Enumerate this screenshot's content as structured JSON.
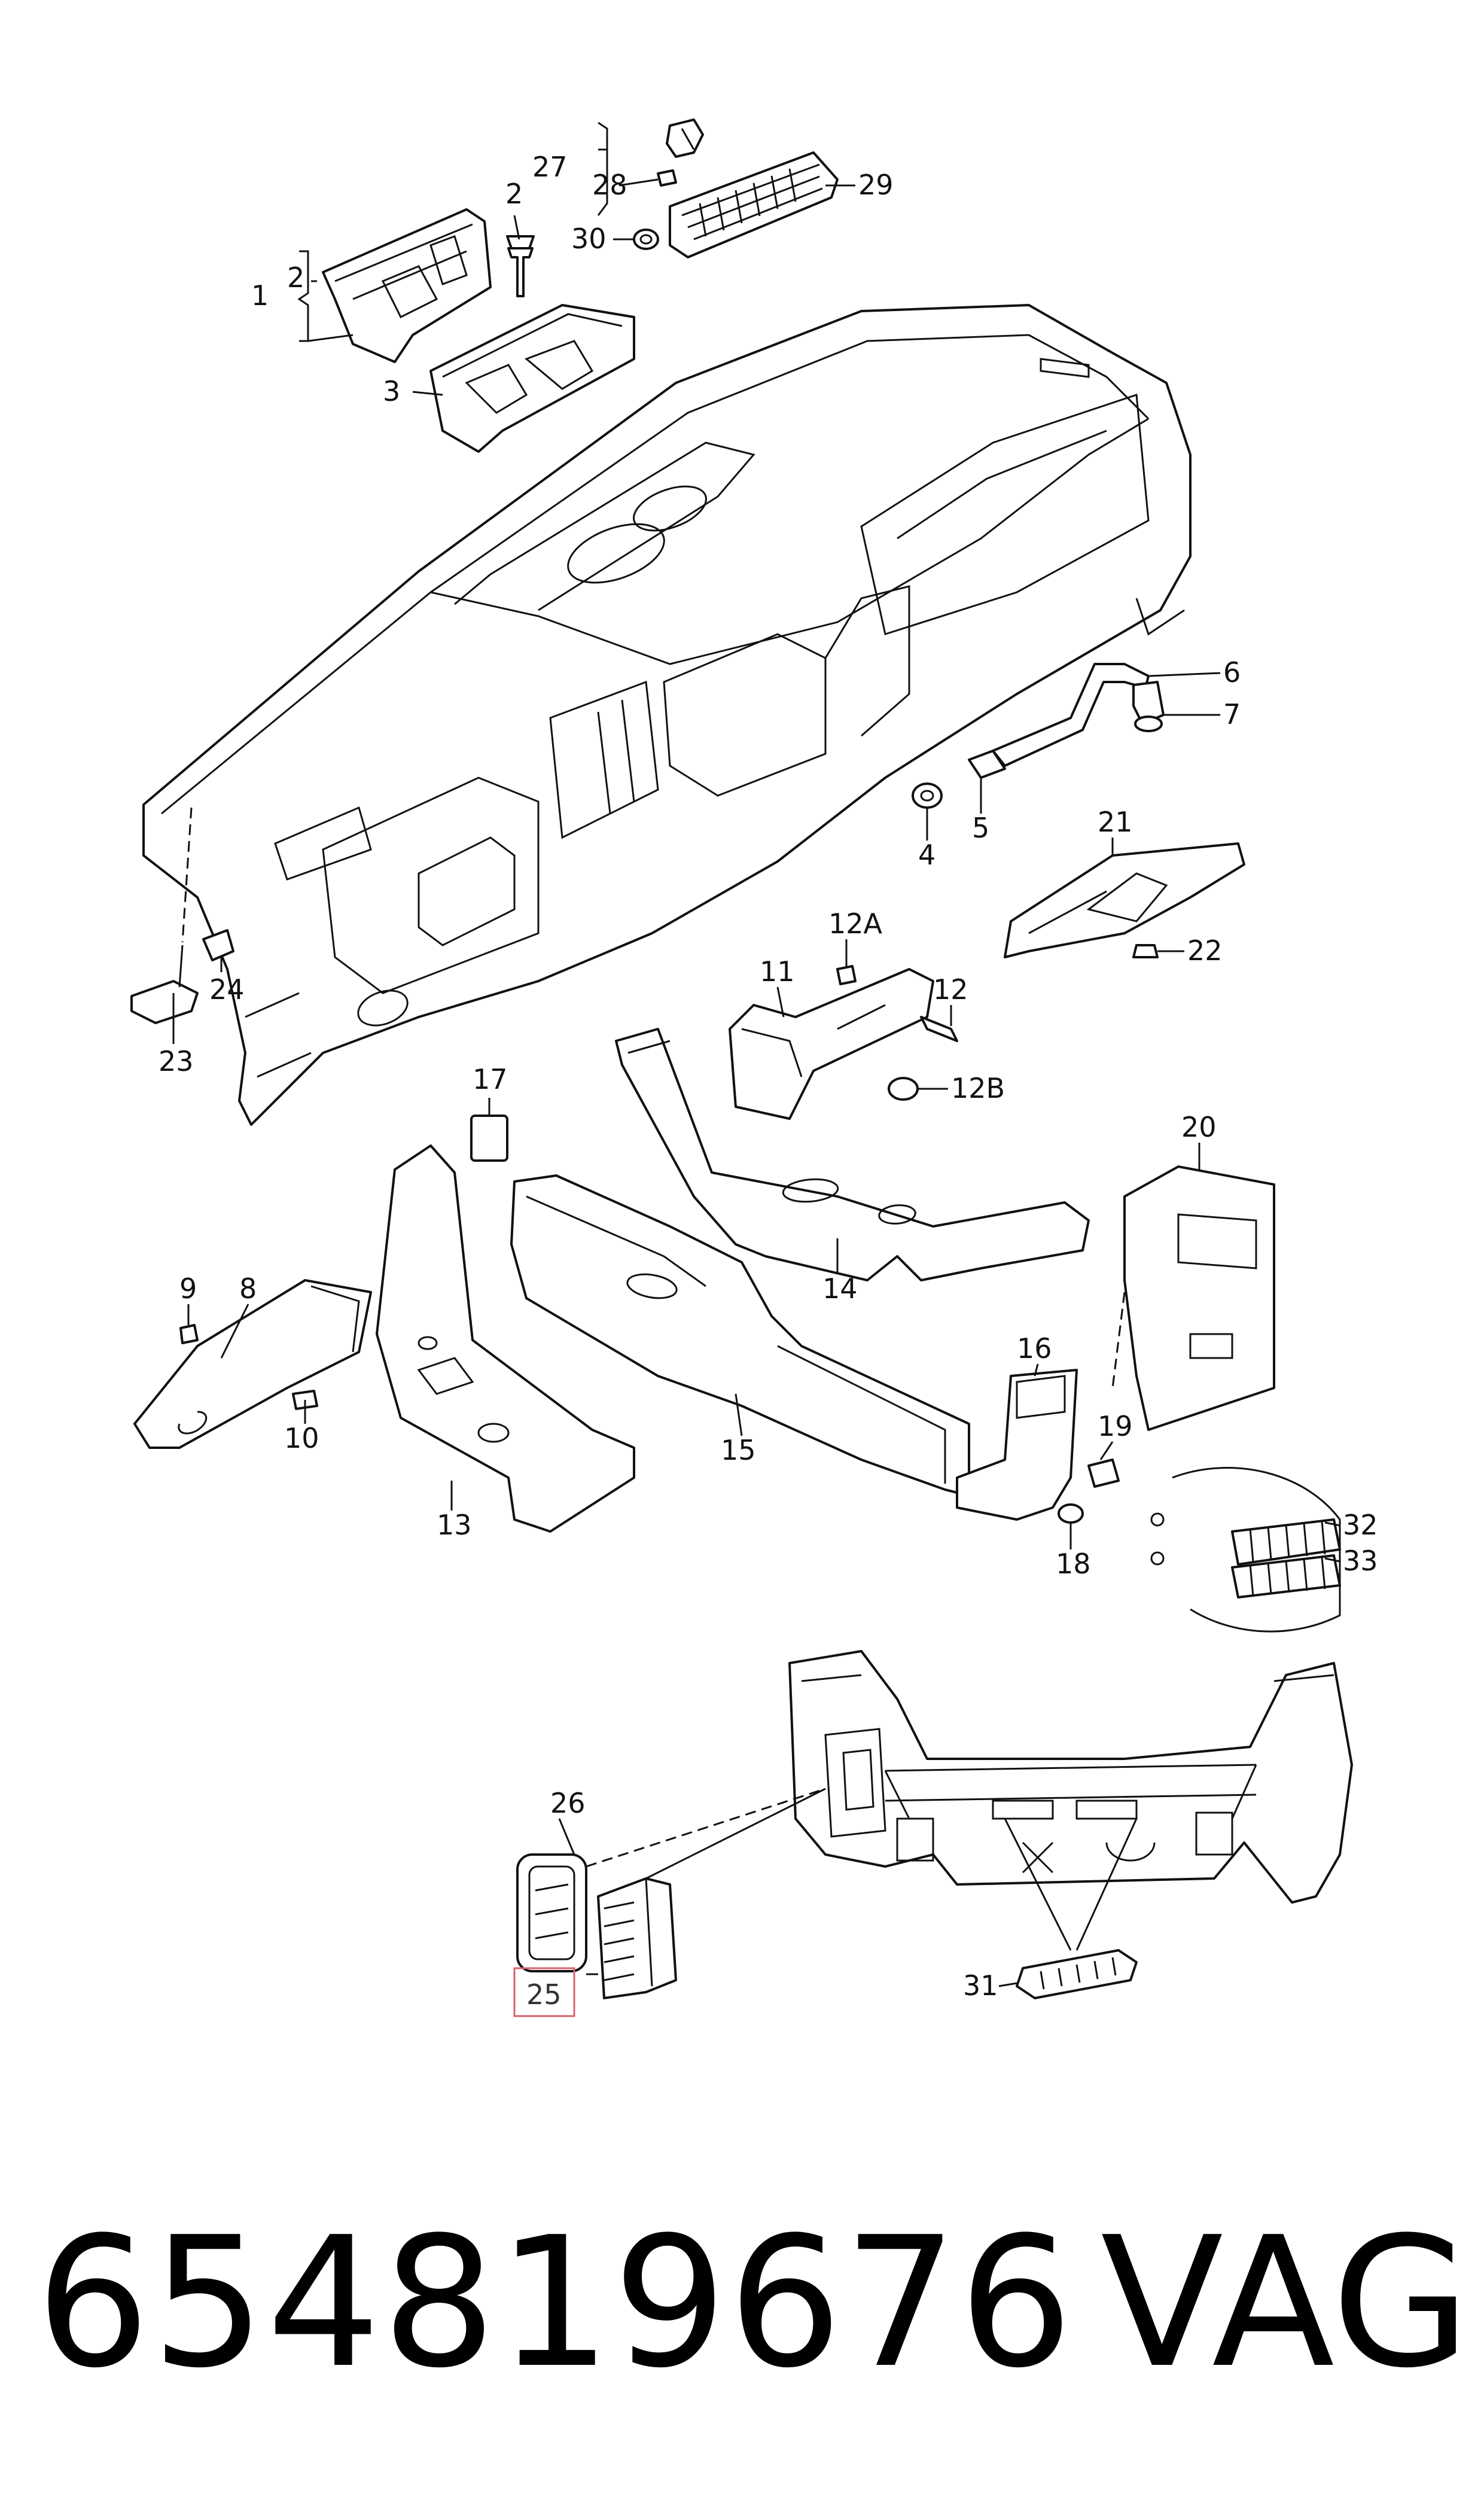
{
  "diagram": {
    "callouts": [
      "1",
      "2",
      "2",
      "3",
      "4",
      "5",
      "6",
      "7",
      "8",
      "9",
      "10",
      "11",
      "12",
      "12A",
      "12B",
      "13",
      "14",
      "15",
      "16",
      "17",
      "18",
      "19",
      "20",
      "21",
      "22",
      "23",
      "24",
      "25",
      "26",
      "27",
      "28",
      "29",
      "30",
      "31",
      "32",
      "33"
    ],
    "highlighted_callout": "25",
    "highlight_color": "#d9606e"
  },
  "footer": {
    "part_number": "654819676",
    "manufacturer": "VAG"
  }
}
